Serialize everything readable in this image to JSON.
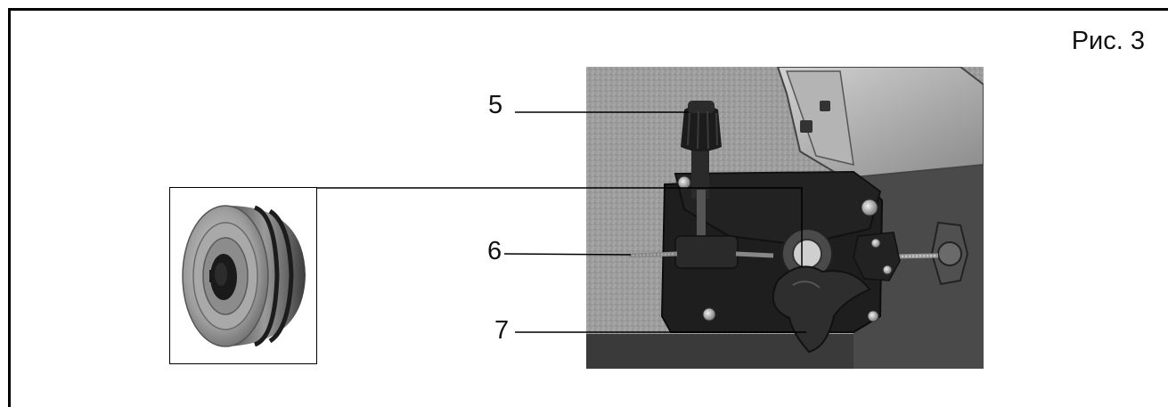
{
  "figure": {
    "label": "Рис. 3"
  },
  "callouts": [
    {
      "id": "5",
      "text": "5"
    },
    {
      "id": "6",
      "text": "6"
    },
    {
      "id": "7",
      "text": "7"
    }
  ]
}
